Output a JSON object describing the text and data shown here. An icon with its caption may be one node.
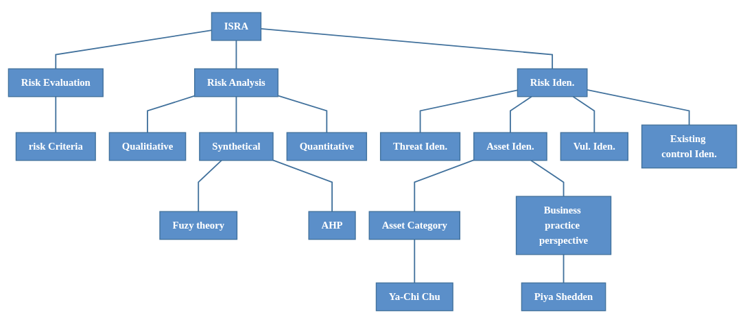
{
  "diagram": {
    "nodes": [
      {
        "text": [
          "ISRA"
        ]
      },
      {
        "text": [
          "Risk Evaluation"
        ]
      },
      {
        "text": [
          "Risk Analysis"
        ]
      },
      {
        "text": [
          "Risk Iden."
        ]
      },
      {
        "text": [
          "risk Criteria"
        ]
      },
      {
        "text": [
          "Qualitiative"
        ]
      },
      {
        "text": [
          "Synthetical"
        ]
      },
      {
        "text": [
          "Quantitative"
        ]
      },
      {
        "text": [
          "Threat Iden."
        ]
      },
      {
        "text": [
          "Asset Iden."
        ]
      },
      {
        "text": [
          "Vul. Iden."
        ]
      },
      {
        "text": [
          "Existing control Iden."
        ]
      },
      {
        "text": [
          "Fuzy theory"
        ]
      },
      {
        "text": [
          "AHP"
        ]
      },
      {
        "text": [
          "Asset Category"
        ]
      },
      {
        "text": [
          "Business practice perspective"
        ]
      },
      {
        "text": [
          "Ya-Chi Chu"
        ]
      },
      {
        "text": [
          "Piya Shedden"
        ]
      }
    ],
    "edges": [
      {
        "from": 0,
        "to": 1,
        "arrow": "none"
      },
      {
        "from": 0,
        "to": 2,
        "arrow": "none"
      },
      {
        "from": 0,
        "to": 3,
        "arrow": "none"
      },
      {
        "from": 1,
        "to": 4,
        "arrow": "none"
      },
      {
        "from": 2,
        "to": 5,
        "arrow": "none"
      },
      {
        "from": 2,
        "to": 6,
        "arrow": "none"
      },
      {
        "from": 2,
        "to": 7,
        "arrow": "none"
      },
      {
        "from": 3,
        "to": 8,
        "arrow": "none"
      },
      {
        "from": 3,
        "to": 9,
        "arrow": "none"
      },
      {
        "from": 3,
        "to": 10,
        "arrow": "none"
      },
      {
        "from": 3,
        "to": 11,
        "arrow": "none"
      },
      {
        "from": 6,
        "to": 12,
        "arrow": "none"
      },
      {
        "from": 6,
        "to": 13,
        "arrow": "none"
      },
      {
        "from": 9,
        "to": 14,
        "arrow": "none"
      },
      {
        "from": 9,
        "to": 15,
        "arrow": "none"
      },
      {
        "from": 14,
        "to": 16,
        "arrow": "none"
      },
      {
        "from": 15,
        "to": 17,
        "arrow": "none"
      }
    ]
  }
}
